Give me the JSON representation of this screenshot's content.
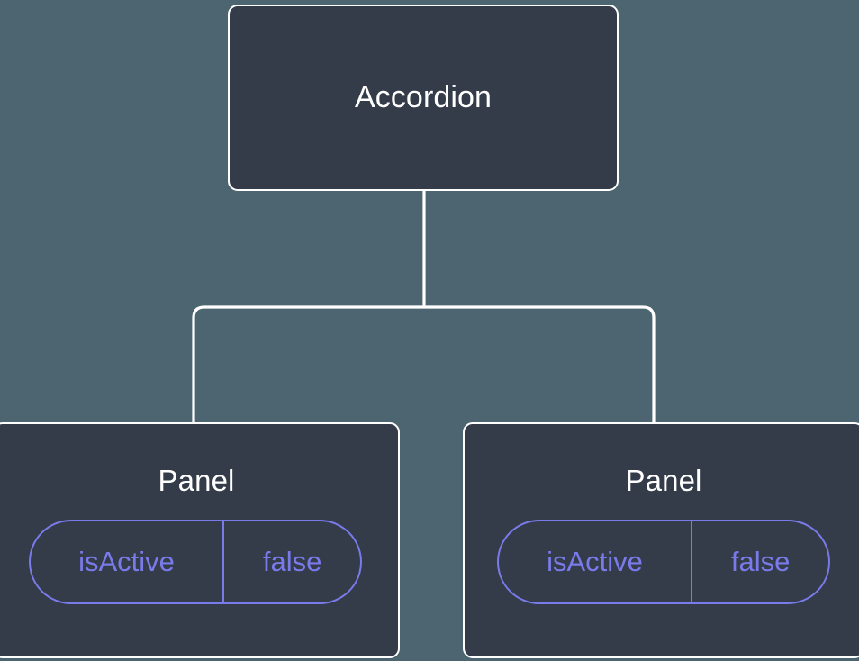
{
  "diagram": {
    "type": "component-tree",
    "background_color": "#4c6570",
    "node_fill_color": "#343b49",
    "node_border_color": "#ffffff",
    "edge_color": "#ffffff",
    "prop_accent_color": "#7a7bea",
    "root": {
      "label": "Accordion"
    },
    "children": [
      {
        "label": "Panel",
        "props": [
          {
            "key": "isActive",
            "value": "false"
          }
        ]
      },
      {
        "label": "Panel",
        "props": [
          {
            "key": "isActive",
            "value": "false"
          }
        ]
      }
    ]
  }
}
